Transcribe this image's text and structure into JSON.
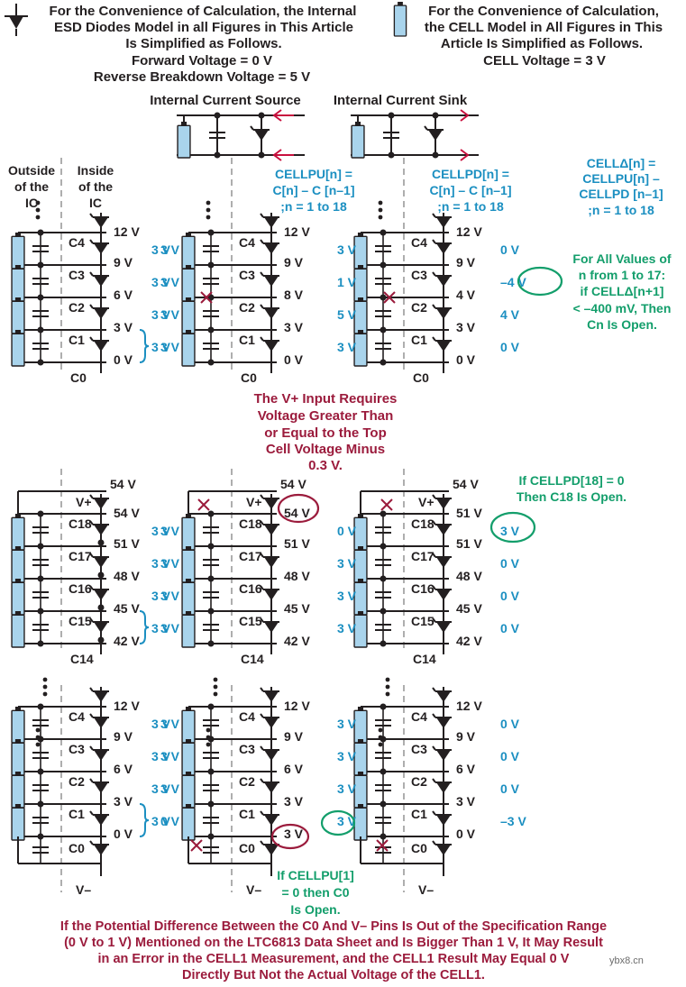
{
  "legend": {
    "diode_text": [
      "For the Convenience of Calculation, the Internal",
      "ESD Diodes Model in all Figures in This Article",
      "Is Simplified as Follows.",
      "Forward Voltage = 0 V",
      "Reverse Breakdown Voltage = 5 V"
    ],
    "cell_text": [
      "For the Convenience of Calculation,",
      "the CELL Model in All Figures in This",
      "Article Is Simplified as Follows.",
      "CELL Voltage = 3 V"
    ],
    "current_source": "Internal Current Source",
    "current_sink": "Internal Current Sink"
  },
  "labels": {
    "outside": [
      "Outside",
      "of the",
      "IC"
    ],
    "inside": [
      "Inside",
      "of the",
      "IC"
    ],
    "cellpu": [
      "CELLPU[n] =",
      "C[n] – C [n–1]",
      ";n = 1 to 18"
    ],
    "cellpd": [
      "CELLPD[n] =",
      "C[n] – C [n–1]",
      ";n = 1 to 18"
    ],
    "celldelta": [
      "CELLΔ[n] =",
      "CELLPU[n] –",
      "CELLPD [n–1]",
      ";n = 1 to 18"
    ],
    "note_open": [
      "For All Values of",
      "n from 1 to 17:",
      "if CELLΔ[n+1]",
      "< –400 mV, Then",
      "Cn Is Open."
    ],
    "note_vplus": [
      "The V+ Input Requires",
      "Voltage Greater Than",
      "or Equal to the Top",
      "Cell Voltage Minus",
      "0.3 V."
    ],
    "note_c18": [
      "If CELLPD[18] = 0",
      "Then C18 Is Open."
    ],
    "note_c0": [
      "If CELLPU[1]",
      "= 0 then C0",
      "Is Open."
    ],
    "bottom_note": [
      "If the Potential Difference Between the C0 And V– Pins Is Out of the Specification Range",
      "(0 V to 1 V) Mentioned on the LTC6813 Data Sheet and Is Bigger Than 1 V, It May Result",
      "in an Error in the CELL1 Measurement, and the CELL1 Result May Equal 0 V",
      "Directly But Not the Actual Voltage of the CELL1."
    ],
    "watermark": "ybx8.cn"
  },
  "rows": [
    {
      "pins": [
        "C4",
        "C3",
        "C2",
        "C1"
      ],
      "bottom_pin": "C0",
      "panels": [
        {
          "volts": [
            "12 V",
            "9 V",
            "6 V",
            "3 V",
            "0 V"
          ],
          "cells": [
            "3 V",
            "3 V",
            "3 V",
            "3 V"
          ]
        },
        {
          "volts": [
            "12 V",
            "9 V",
            "8 V",
            "3 V",
            "0 V"
          ],
          "cells": [
            "3 V",
            "3 V",
            "3 V",
            "3 V"
          ]
        },
        {
          "volts": [
            "12 V",
            "9 V",
            "4 V",
            "3 V",
            "0 V"
          ],
          "cells": [
            "3 V",
            "1 V",
            "5 V",
            "3 V"
          ],
          "delta": [
            "0 V",
            "–4 V",
            "4 V",
            "0 V"
          ]
        }
      ]
    },
    {
      "pins": [
        "C18",
        "C17",
        "C16",
        "C15"
      ],
      "bottom_pin": "C14",
      "vplus": "V+",
      "panels": [
        {
          "vtop": "54 V",
          "volts": [
            "54 V",
            "51 V",
            "48 V",
            "45 V",
            "42 V"
          ],
          "cells": [
            "3 V",
            "3 V",
            "3 V",
            "3 V"
          ]
        },
        {
          "vtop": "54 V",
          "volts": [
            "54 V",
            "51 V",
            "48 V",
            "45 V",
            "42 V"
          ],
          "cells": [
            "3 V",
            "3 V",
            "3 V",
            "3 V"
          ]
        },
        {
          "vtop": "54 V",
          "volts": [
            "51 V",
            "51 V",
            "48 V",
            "45 V",
            "42 V"
          ],
          "cells": [
            "0 V",
            "3 V",
            "3 V",
            "3 V"
          ],
          "delta": [
            "3 V",
            "0 V",
            "0 V",
            "0 V"
          ]
        }
      ]
    },
    {
      "pins": [
        "C4",
        "C3",
        "C2",
        "C1",
        "C0"
      ],
      "vminus": "V–",
      "panels": [
        {
          "volts": [
            "12 V",
            "9 V",
            "6 V",
            "3 V",
            "0 V"
          ],
          "cells": [
            "3 V",
            "3 V",
            "3 V",
            "3 V"
          ]
        },
        {
          "volts": [
            "12 V",
            "9 V",
            "6 V",
            "3 V",
            "3 V"
          ],
          "cells": [
            "3 V",
            "3 V",
            "3 V",
            "0 V"
          ]
        },
        {
          "volts": [
            "12 V",
            "9 V",
            "6 V",
            "3 V",
            "0 V"
          ],
          "cells": [
            "3 V",
            "3 V",
            "3 V",
            "3 V"
          ],
          "delta": [
            "0 V",
            "0 V",
            "0 V",
            "–3 V"
          ]
        }
      ]
    }
  ],
  "colors": {
    "black": "#231f20",
    "blue": "#1b8fc1",
    "green": "#139e6b",
    "red": "#9b1b3c",
    "cell_fill": "#a9d4ec",
    "arrow": "#c8103e"
  }
}
